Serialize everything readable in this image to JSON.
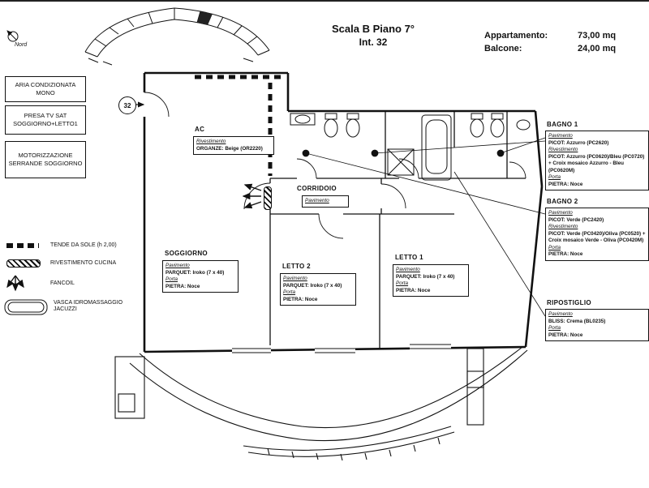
{
  "header": {
    "north": "Nord",
    "title1": "Scala B Piano 7°",
    "title2": "Int. 32",
    "apt_label": "Appartamento:",
    "apt_value": "73,00 mq",
    "bal_label": "Balcone:",
    "bal_value": "24,00 mq"
  },
  "options": [
    "ARIA CONDIZIONATA MONO",
    "PRESA TV SAT SOGGIORNO+LETTO1",
    "MOTORIZZAZIONE SERRANDE SOGGIORNO"
  ],
  "legend": [
    {
      "symbol": "dashed-bar",
      "label": "TENDE DA SOLE  (h 2,00)"
    },
    {
      "symbol": "hatched-bar",
      "label": "RIVESTIMENTO CUCINA"
    },
    {
      "symbol": "fan-arrows",
      "label": "FANCOIL"
    },
    {
      "symbol": "bathtub",
      "label": "VASCA IDROMASSAGGIO JACUZZI"
    }
  ],
  "plan": {
    "entry_number": "32"
  },
  "rooms": {
    "ac": {
      "title": "AC",
      "rows": [
        {
          "label": "Rivestimento",
          "value": "ORGANZE: Beige (OR2220)"
        }
      ]
    },
    "corridoio": {
      "title": "CORRIDOIO",
      "rows": [
        {
          "label": "Pavimento",
          "value": ""
        }
      ]
    },
    "soggiorno": {
      "title": "SOGGIORNO",
      "rows": [
        {
          "label": "Pavimento",
          "value": "PARQUET: Iroko (7 x 40)"
        },
        {
          "label": "Porta",
          "value": "PIETRA: Noce"
        }
      ]
    },
    "letto2": {
      "title": "LETTO 2",
      "rows": [
        {
          "label": "Pavimento",
          "value": "PARQUET: Iroko (7 x 40)"
        },
        {
          "label": "Porta",
          "value": "PIETRA: Noce"
        }
      ]
    },
    "letto1": {
      "title": "LETTO 1",
      "rows": [
        {
          "label": "Pavimento",
          "value": "PARQUET: Iroko (7 x 40)"
        },
        {
          "label": "Porta",
          "value": "PIETRA: Noce"
        }
      ]
    },
    "bagno1": {
      "title": "BAGNO 1",
      "rows": [
        {
          "label": "Pavimento",
          "value": "PICOT: Azzurro (PC2620)"
        },
        {
          "label": "Rivestimento",
          "value": "PICOT: Azzurro (PC0620)/Bleu (PC0720) + Croix mosaico Azzurro - Bleu (PC0620M)"
        },
        {
          "label": "Porta",
          "value": "PIETRA: Noce"
        }
      ]
    },
    "bagno2": {
      "title": "BAGNO 2",
      "rows": [
        {
          "label": "Pavimento",
          "value": "PICOT: Verde (PC2420)"
        },
        {
          "label": "Rivestimento",
          "value": "PICOT: Verde (PC0420)/Oliva (PC0520) + Croix mosaico Verde - Oliva (PC0420M)"
        },
        {
          "label": "Porta",
          "value": "PIETRA: Noce"
        }
      ]
    },
    "ripostiglio": {
      "title": "RIPOSTIGLIO",
      "rows": [
        {
          "label": "Pavimento",
          "value": "BLISS: Crema (BL0235)"
        },
        {
          "label": "Porta",
          "value": "PIETRA: Noce"
        }
      ]
    }
  }
}
